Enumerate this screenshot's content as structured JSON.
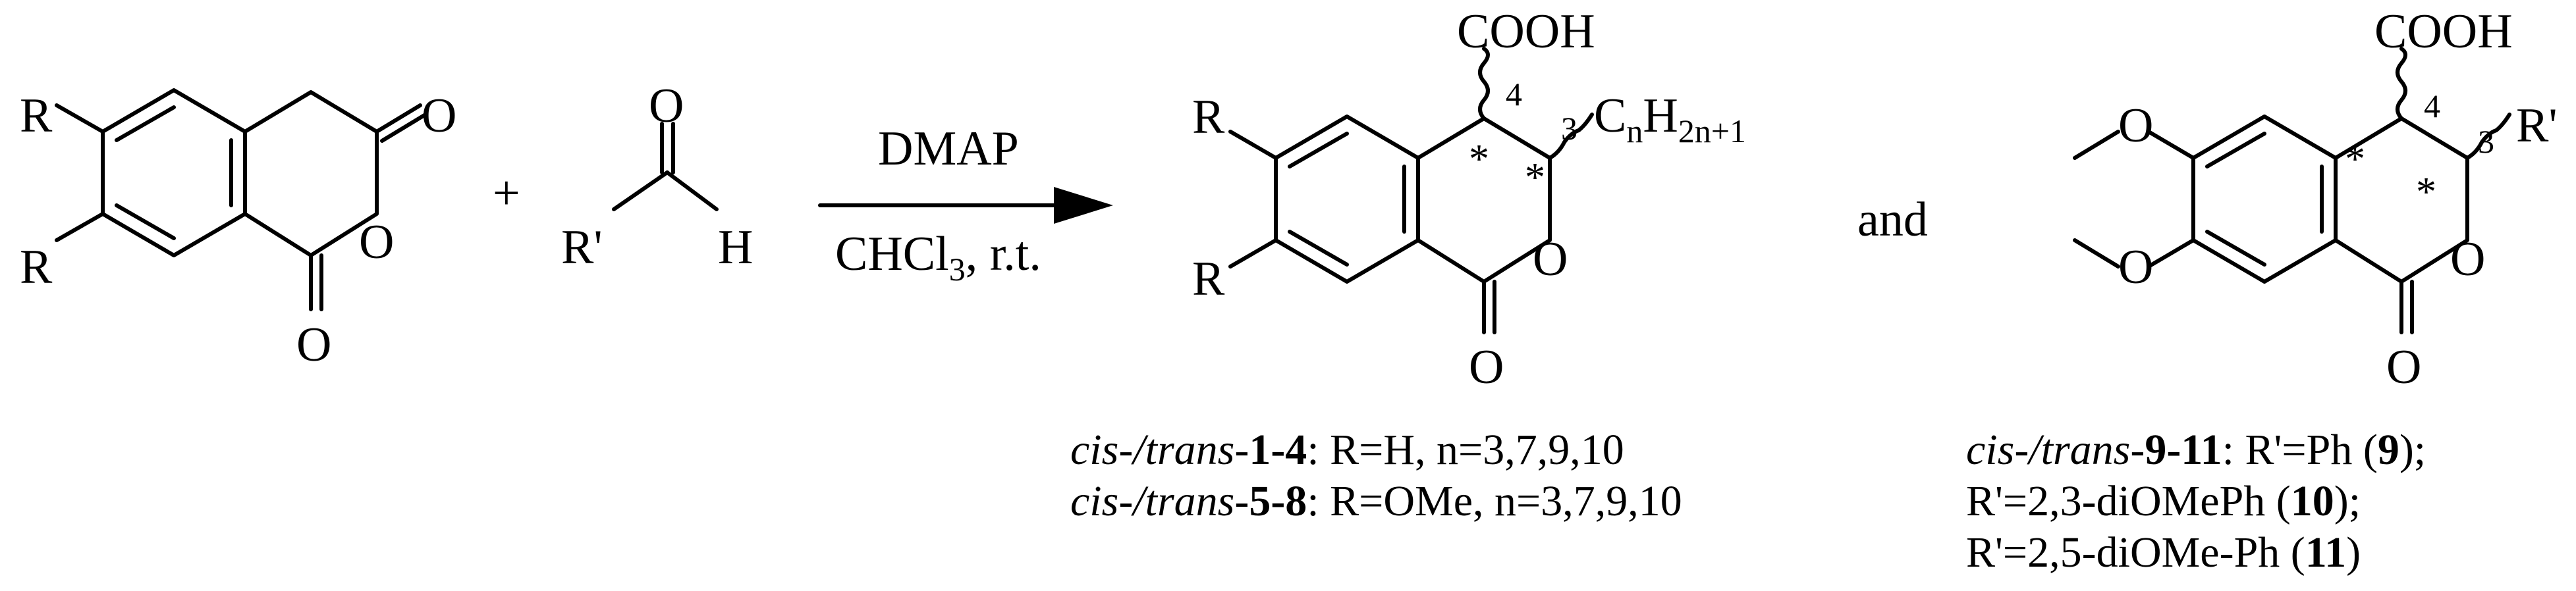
{
  "reactant1": {
    "substituent_top": "R",
    "substituent_bottom": "R",
    "carbonyl_o_top": "O",
    "ring_o": "O",
    "carbonyl_o_bottom": "O"
  },
  "plus_sign": "+",
  "reactant2": {
    "o": "O",
    "r_prime": "R'",
    "h": "H"
  },
  "arrow": {
    "reagent_above": "DMAP",
    "reagent_below_main": "CHCl",
    "reagent_below_sub": "3",
    "reagent_below_rest": ", r.t."
  },
  "product1": {
    "acid": "COOH",
    "r_top": "R",
    "r_bottom": "R",
    "position_4": "4",
    "position_3": "3",
    "stereo_star": "*",
    "chain_c": "C",
    "chain_n": "n",
    "chain_h": "H",
    "chain_sub": "2n+1",
    "ring_o": "O",
    "carbonyl_o": "O"
  },
  "connector": "and",
  "product2": {
    "acid": "COOH",
    "position_4": "4",
    "position_3": "3",
    "stereo_star": "*",
    "r_prime": "R'",
    "methoxy_o_top": "O",
    "methoxy_o_bottom": "O",
    "ring_o": "O",
    "carbonyl_o": "O"
  },
  "captions": {
    "line1": {
      "italic": "cis-/trans-",
      "bold": "1-4",
      "rest": ": R=H, n=3,7,9,10"
    },
    "line2": {
      "italic": "cis-/trans-",
      "bold": "5-8",
      "rest": ": R=OMe, n=3,7,9,10"
    },
    "line3": {
      "italic": "cis-/trans-",
      "bold": "9-11",
      "rest1": ": R'=Ph (",
      "bold2": "9",
      "rest2": ");"
    },
    "line4": {
      "pre": "R'=2,3-diOMePh (",
      "bold": "10",
      "post": ");"
    },
    "line5": {
      "pre": "R'=2,5-diOMe-Ph (",
      "bold": "11",
      "post": ")"
    }
  }
}
